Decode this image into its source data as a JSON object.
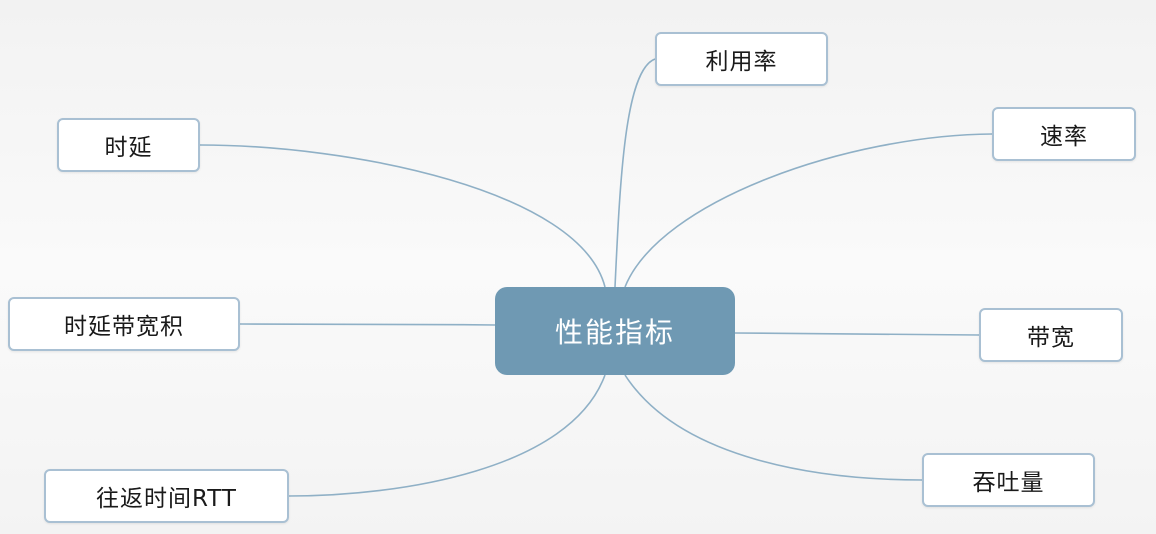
{
  "diagram": {
    "type": "mind-map",
    "center": {
      "label": "性能指标",
      "color": "#6f99b3"
    },
    "nodes": [
      {
        "label": "利用率"
      },
      {
        "label": "时延"
      },
      {
        "label": "速率"
      },
      {
        "label": "时延带宽积"
      },
      {
        "label": "带宽"
      },
      {
        "label": "往返时间RTT"
      },
      {
        "label": "吞吐量"
      }
    ],
    "colors": {
      "link": "#8fb0c6",
      "node_border": "#a9c0d3"
    }
  }
}
